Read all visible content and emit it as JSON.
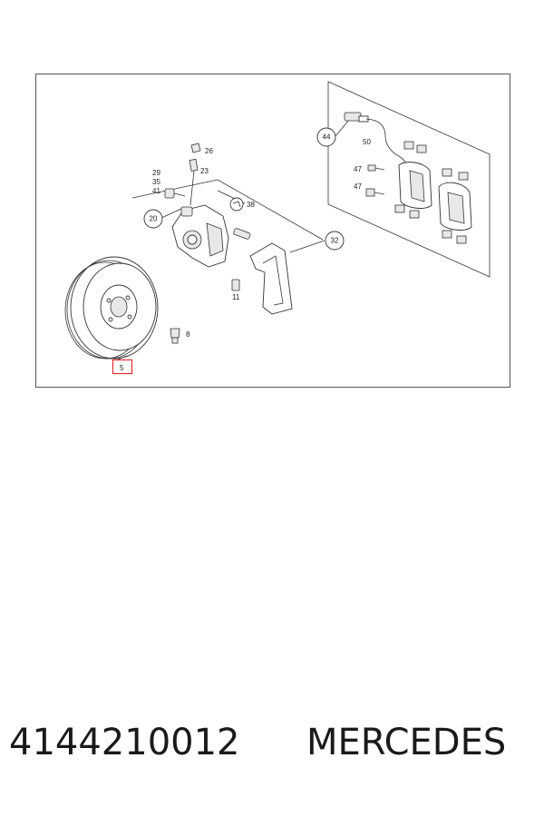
{
  "diagram": {
    "callouts": {
      "c44": "44",
      "c20": "20",
      "c32": "32"
    },
    "labels": {
      "l50": "50",
      "l26": "26",
      "l23": "23",
      "l29": "29",
      "l35": "35",
      "l41": "41",
      "l47a": "47",
      "l47b": "47",
      "l38": "38",
      "l11": "11",
      "l8": "8",
      "l5": "5"
    },
    "highlight_color": "#e03030"
  },
  "caption": {
    "part_number": "4144210012",
    "brand": "MERCEDES"
  }
}
